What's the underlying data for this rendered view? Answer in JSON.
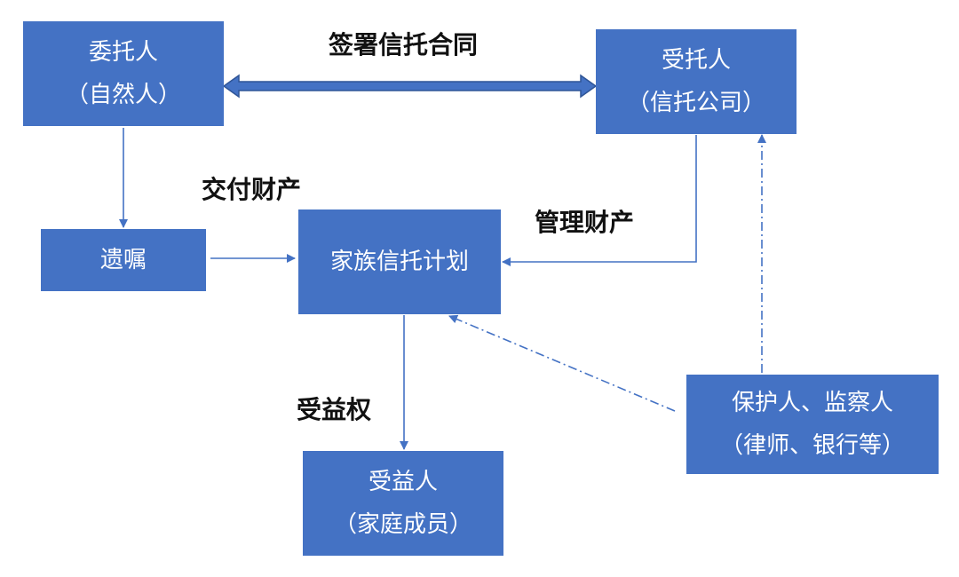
{
  "nodes": {
    "settlor": {
      "line1": "委托人",
      "line2": "（自然人）"
    },
    "trustee": {
      "line1": "受托人",
      "line2": "（信托公司）"
    },
    "will": {
      "line1": "遗嘱"
    },
    "trust_plan": {
      "line1": "家族信托计划"
    },
    "beneficiary": {
      "line1": "受益人",
      "line2": "（家庭成员）"
    },
    "protector": {
      "line1": "保护人、监察人",
      "line2": "（律师、银行等）"
    }
  },
  "edge_labels": {
    "sign_contract": "签署信托合同",
    "deliver_property": "交付财产",
    "manage_property": "管理财产",
    "beneficial_rights": "受益权"
  },
  "colors": {
    "box_fill": "#4472c4",
    "connector": "#4472c4",
    "double_arrow_fill": "#4472c4",
    "double_arrow_stroke": "#2f5597",
    "box_text": "#ffffff",
    "label_text": "#111111"
  }
}
